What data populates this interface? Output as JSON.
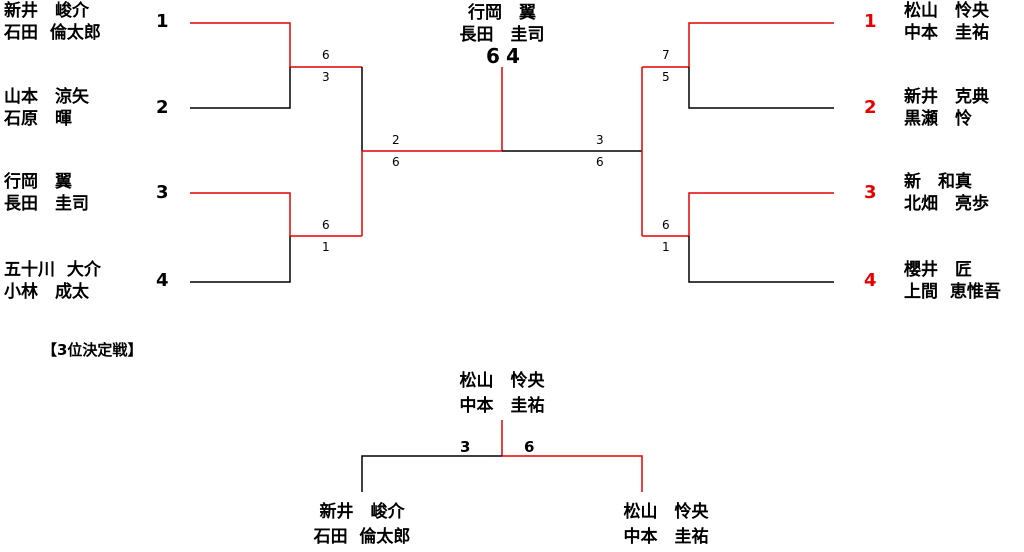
{
  "left_seeds": [
    {
      "players": [
        "新井　峻介",
        "石田  倫太郎"
      ],
      "seed": "1"
    },
    {
      "players": [
        "山本　涼矢",
        "石原　暉"
      ],
      "seed": "2"
    },
    {
      "players": [
        "行岡　翼",
        "長田　圭司"
      ],
      "seed": "3"
    },
    {
      "players": [
        "五十川  大介",
        "小林　成太"
      ],
      "seed": "4"
    }
  ],
  "right_seeds": [
    {
      "players": [
        "松山　怜央",
        "中本　圭祐"
      ],
      "seed": "1"
    },
    {
      "players": [
        "新井　克典",
        "黒瀬　怜"
      ],
      "seed": "2"
    },
    {
      "players": [
        "新　和真",
        "北畑　亮歩"
      ],
      "seed": "3"
    },
    {
      "players": [
        "櫻井　匠",
        "上間  恵惟吾"
      ],
      "seed": "4"
    }
  ],
  "scores": {
    "left_r1_top": [
      "6",
      "3"
    ],
    "left_r1_bottom": [
      "6",
      "1"
    ],
    "left_semi": [
      "2",
      "6"
    ],
    "right_r1_top": [
      "7",
      "5"
    ],
    "right_r1_bottom": [
      "6",
      "1"
    ],
    "right_semi": [
      "3",
      "6"
    ]
  },
  "final": {
    "winner": [
      "行岡　翼",
      "長田　圭司"
    ],
    "score_left": "6",
    "score_right": "4"
  },
  "third_place": {
    "title": "【3位決定戦】",
    "winner": [
      "松山　怜央",
      "中本　圭祐"
    ],
    "score_left": "3",
    "score_right": "6",
    "left_team": [
      "新井　峻介",
      "石田  倫太郎"
    ],
    "right_team": [
      "松山　怜央",
      "中本　圭祐"
    ]
  },
  "colors": {
    "win_line": "#e60000",
    "lose_line": "#000000",
    "right_seed_color": "#e60000"
  }
}
